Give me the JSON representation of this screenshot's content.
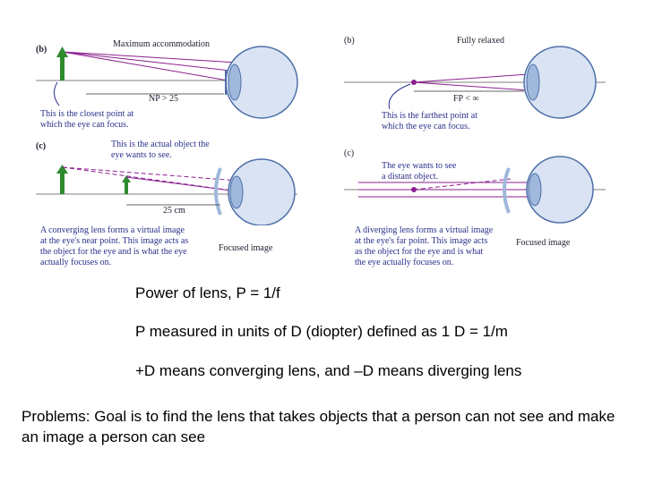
{
  "figure": {
    "panel_tl": {
      "tag": "(b)",
      "title": "Maximum accommodation",
      "distance_label": "NP > 25",
      "note": "This is the closest point at\nwhich the eye can focus."
    },
    "panel_tr": {
      "tag": "(b)",
      "title": "Fully relaxed",
      "distance_label": "FP < ∞",
      "note": "This is the farthest point at\nwhich the eye can focus."
    },
    "panel_bl": {
      "tag": "(c)",
      "object_note": "This is the actual object the\neye wants to see.",
      "distance_label": "25 cm",
      "note": "A converging lens forms a virtual image\nat the eye's near point. This image acts as\nthe object for the eye and is what the eye\nactually focuses on.",
      "focused_label": "Focused image"
    },
    "panel_br": {
      "tag": "(c)",
      "object_note": "The eye wants to see\na distant object.",
      "note": "A diverging lens forms a virtual image\nat the eye's far point. This image acts\nas the object for the eye and is what\nthe eye actually focuses on.",
      "focused_label": "Focused image"
    },
    "colors": {
      "ray": "#8a1f8e",
      "eye": "#d9e3f3",
      "arrow": "#2e8b2e",
      "lens": "#9fb8dc",
      "text": "#2a2f8a"
    }
  },
  "text": {
    "power": "Power of lens, P = 1/f",
    "units": "P measured in units of D (diopter) defined as 1 D = 1/m",
    "sign": "+D means converging lens, and –D means diverging lens",
    "problems": "Problems: Goal is to find the lens that takes objects that a person can not see and make an image a person can see"
  }
}
